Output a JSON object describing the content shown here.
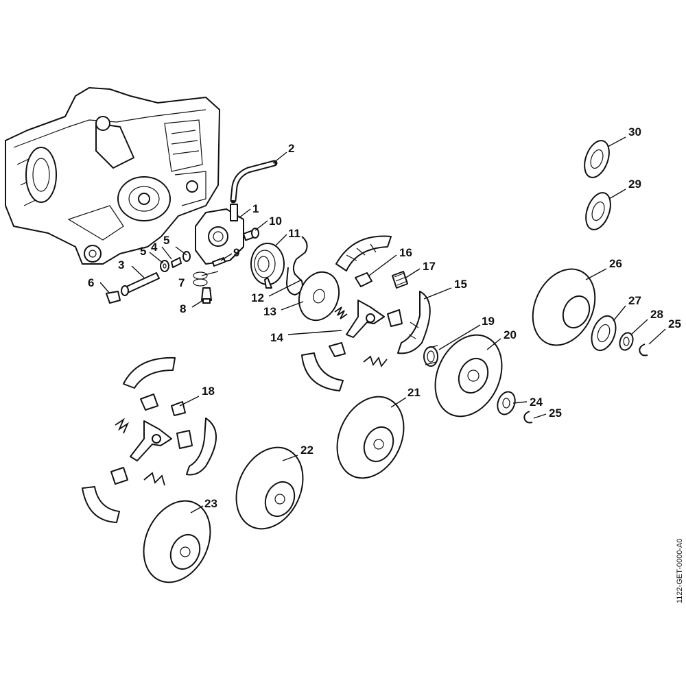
{
  "document_code": "1122-GET-0000-A0",
  "labels": {
    "l1": "1",
    "l2": "2",
    "l3": "3",
    "l4": "4",
    "l5a": "5",
    "l5b": "5",
    "l6": "6",
    "l7": "7",
    "l8": "8",
    "l9": "9",
    "l10": "10",
    "l11": "11",
    "l12": "12",
    "l13": "13",
    "l14": "14",
    "l15": "15",
    "l16": "16",
    "l17": "17",
    "l18": "18",
    "l19": "19",
    "l20": "20",
    "l21": "21",
    "l22": "22",
    "l23": "23",
    "l24": "24",
    "l25a": "25",
    "l25b": "25",
    "l26": "26",
    "l27": "27",
    "l28": "28",
    "l29": "29",
    "l30": "30"
  },
  "colors": {
    "ink": "#111111",
    "paper": "#ffffff"
  }
}
